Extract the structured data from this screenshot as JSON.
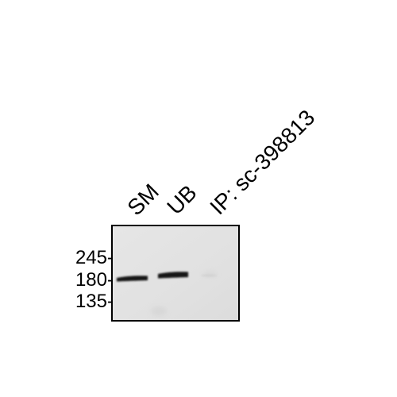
{
  "blot": {
    "lanes": [
      {
        "label": "SM",
        "band_present": true
      },
      {
        "label": "UB",
        "band_present": true
      },
      {
        "label": "IP: sc-398813",
        "band_present": false
      }
    ],
    "markers": [
      {
        "label": "245-"
      },
      {
        "label": "180-"
      },
      {
        "label": "135-"
      }
    ],
    "colors": {
      "membrane_background": "#e2e2e2",
      "band": "#141414",
      "frame": "#000000"
    }
  }
}
